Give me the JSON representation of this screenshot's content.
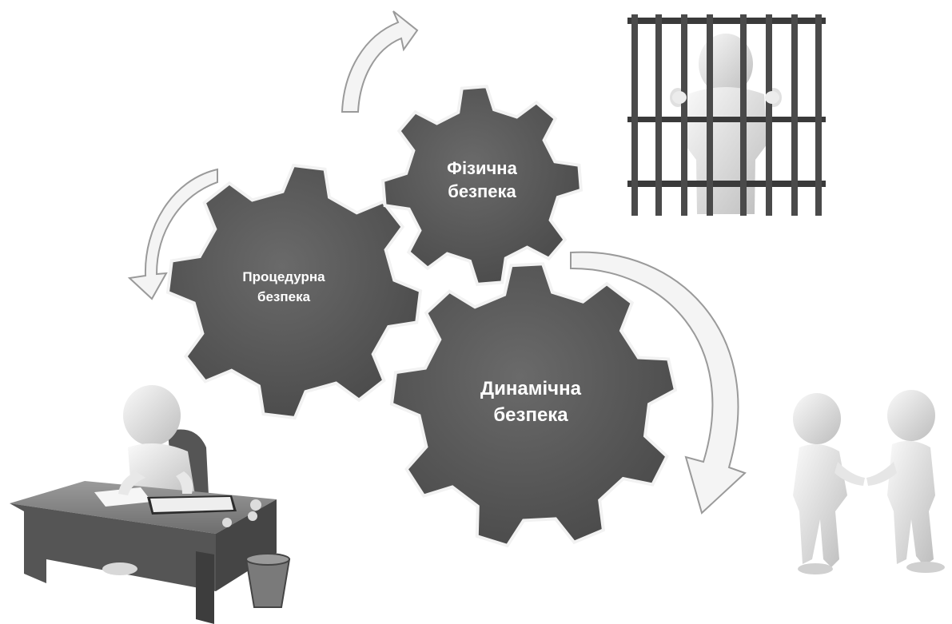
{
  "diagram": {
    "gears": [
      {
        "id": "procedural",
        "lines": [
          "Процедурна",
          "безпека"
        ]
      },
      {
        "id": "physical",
        "lines": [
          "Фізична",
          "безпека"
        ]
      },
      {
        "id": "dynamic",
        "lines": [
          "Динамічна",
          "безпека"
        ]
      }
    ],
    "illustrations": [
      {
        "id": "prison-bars",
        "icon": "prisoner-behind-bars-icon"
      },
      {
        "id": "desk-worker",
        "icon": "person-writing-at-desk-icon"
      },
      {
        "id": "handshake",
        "icon": "two-people-handshake-icon"
      }
    ],
    "arrows": [
      {
        "id": "arrow-up-right"
      },
      {
        "id": "arrow-left-down"
      },
      {
        "id": "arrow-right-down"
      }
    ],
    "colors": {
      "gear_fill": "#5a5a5a",
      "gear_edge": "#f2f2f2",
      "arrow_fill": "#f4f4f4",
      "arrow_stroke": "#9a9a9a",
      "figure": "#e4e4e4",
      "bars": "#3a3a3a"
    }
  }
}
